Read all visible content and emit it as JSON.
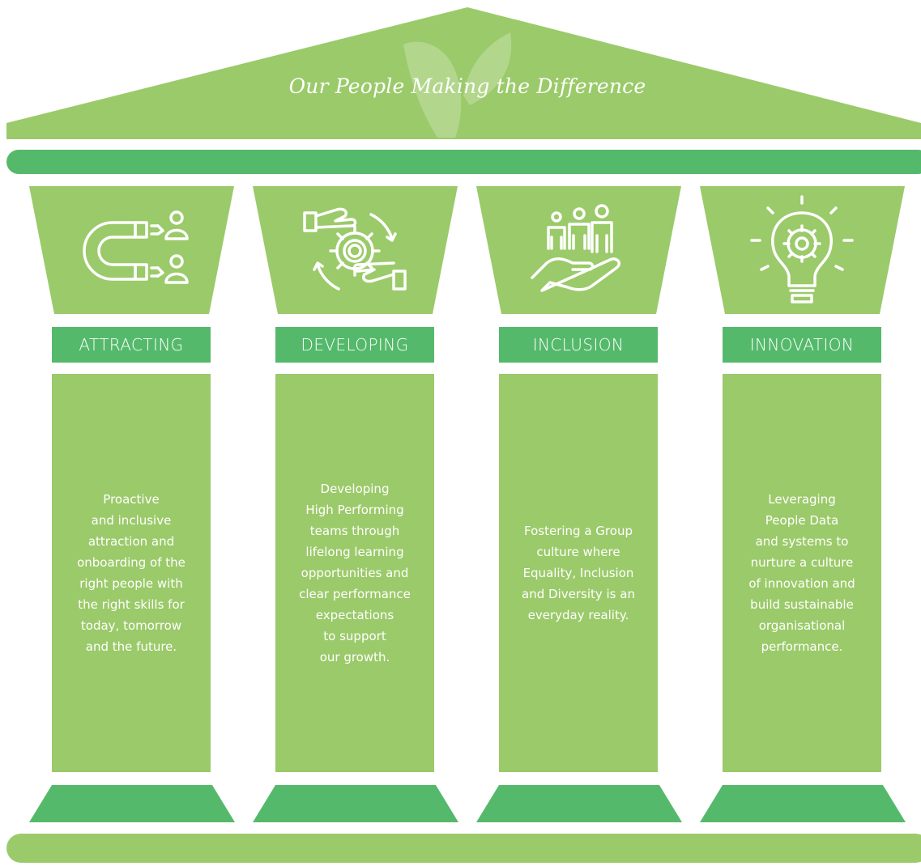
{
  "title": "Our People Making the Difference",
  "colors": {
    "light_green": "#9bca6a",
    "dark_green": "#55b96b",
    "text": "#ffffff"
  },
  "pillars": [
    {
      "label": "ATTRACTING",
      "icon": "magnet-people-icon",
      "text": "Proactive\nand inclusive\nattraction and\nonboarding of the\nright people with\nthe right skills for\ntoday, tomorrow\nand the future."
    },
    {
      "label": "DEVELOPING",
      "icon": "gear-hands-cycle-icon",
      "text": "Developing\nHigh Performing\nteams through\nlifelong learning\nopportunities and\nclear performance\nexpectations\nto support\nour growth."
    },
    {
      "label": "INCLUSION",
      "icon": "hand-holding-people-icon",
      "text": "Fostering a Group\nculture where\nEquality, Inclusion\nand Diversity is an\neveryday reality."
    },
    {
      "label": "INNOVATION",
      "icon": "lightbulb-gear-icon",
      "text": "Leveraging\nPeople Data\nand systems to\nnurture a culture\nof innovation and\nbuild sustainable\norganisational\nperformance."
    }
  ]
}
